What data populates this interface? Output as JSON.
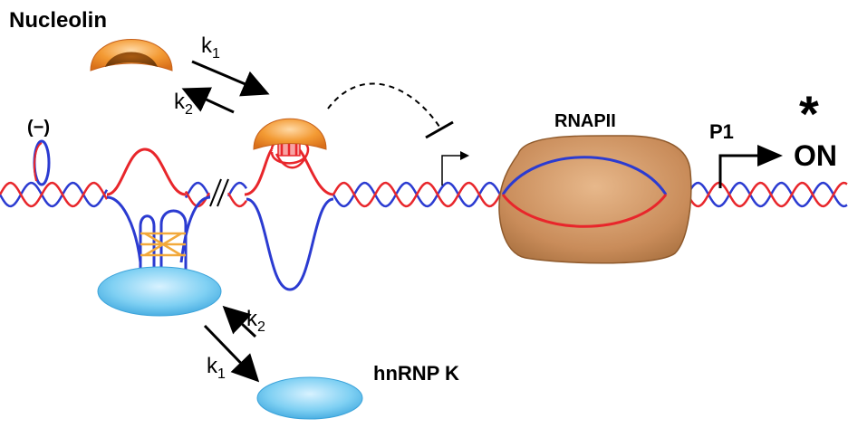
{
  "labels": {
    "nucleolin": "Nucleolin",
    "hnrnpk": "hnRNP K",
    "rnapii": "RNAPII",
    "p1": "P1",
    "on": "ON",
    "star": "*",
    "negative": "(−)"
  },
  "rates": {
    "top_forward": "k",
    "top_forward_sub": "1",
    "top_reverse": "k",
    "top_reverse_sub": "2",
    "bottom_reverse": "k",
    "bottom_reverse_sub": "2",
    "bottom_forward": "k",
    "bottom_forward_sub": "1"
  },
  "colors": {
    "strand_red": "#e8262b",
    "strand_blue": "#2b3bd1",
    "nucleolin": "#f08a1e",
    "hnrnpk": "#6ec8ef",
    "rnapii": "#c98c5a",
    "gquad_lines": "#f2a93b"
  }
}
